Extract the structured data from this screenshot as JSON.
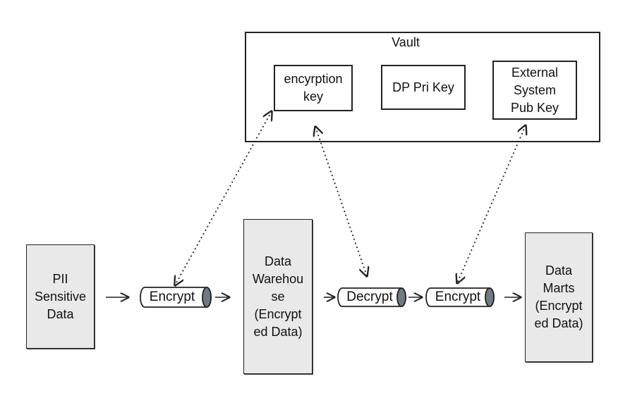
{
  "vault": {
    "title": "Vault"
  },
  "keys": {
    "encryption": "encyrption\nkey",
    "dp_private": "DP Pri Key",
    "external_public": "External\nSystem\nPub Key"
  },
  "stores": {
    "pii": "PII\nSensitive\nData",
    "warehouse": "Data\nWarehou\nse\n(Encrypt\ned Data)",
    "marts": "Data\nMarts\n(Encrypt\ned Data)"
  },
  "pipes": {
    "encrypt_1": "Encrypt",
    "decrypt": "Decrypt",
    "encrypt_2": "Encrypt"
  },
  "colors": {
    "ink": "#222222",
    "store_fill": "#e9e9e9",
    "pipe_cap": "#6f7a85"
  }
}
